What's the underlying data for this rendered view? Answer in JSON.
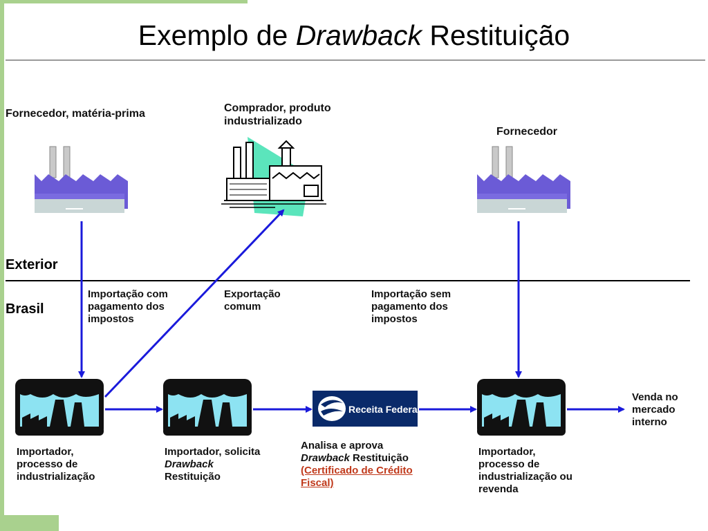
{
  "title": {
    "part1": "Exemplo de ",
    "italic": "Drawback",
    "part2": " Restituição"
  },
  "regions": {
    "exterior": "Exterior",
    "brasil": "Brasil"
  },
  "nodes": {
    "fornecedor_materia": "Fornecedor, matéria-prima",
    "comprador": "Comprador, produto industrializado",
    "fornecedor": "Fornecedor",
    "importador1": "Importador, processo de industrialização",
    "importador2_a": "Importador, solicita ",
    "importador2_italic": "Drawback",
    "importador2_b": "Restituição",
    "receita_logo": "Receita Federal",
    "receita_a": "Analisa e aprova",
    "receita_italic": "Drawback",
    "receita_b": " Restituição",
    "receita_link": "(Certificado de Crédito Fiscal)",
    "importador3": "Importador, processo de industrialização ou revenda",
    "venda": "Venda no mercado interno"
  },
  "flows": {
    "import_com": "Importação com pagamento dos impostos",
    "export": "Exportação comum",
    "import_sem": "Importação sem pagamento dos impostos"
  },
  "colors": {
    "arrow": "#1a1adb",
    "accent_green": "#a9d18e",
    "factory_roof": "#6b5bd6",
    "factory_window": "#8de3f2"
  }
}
